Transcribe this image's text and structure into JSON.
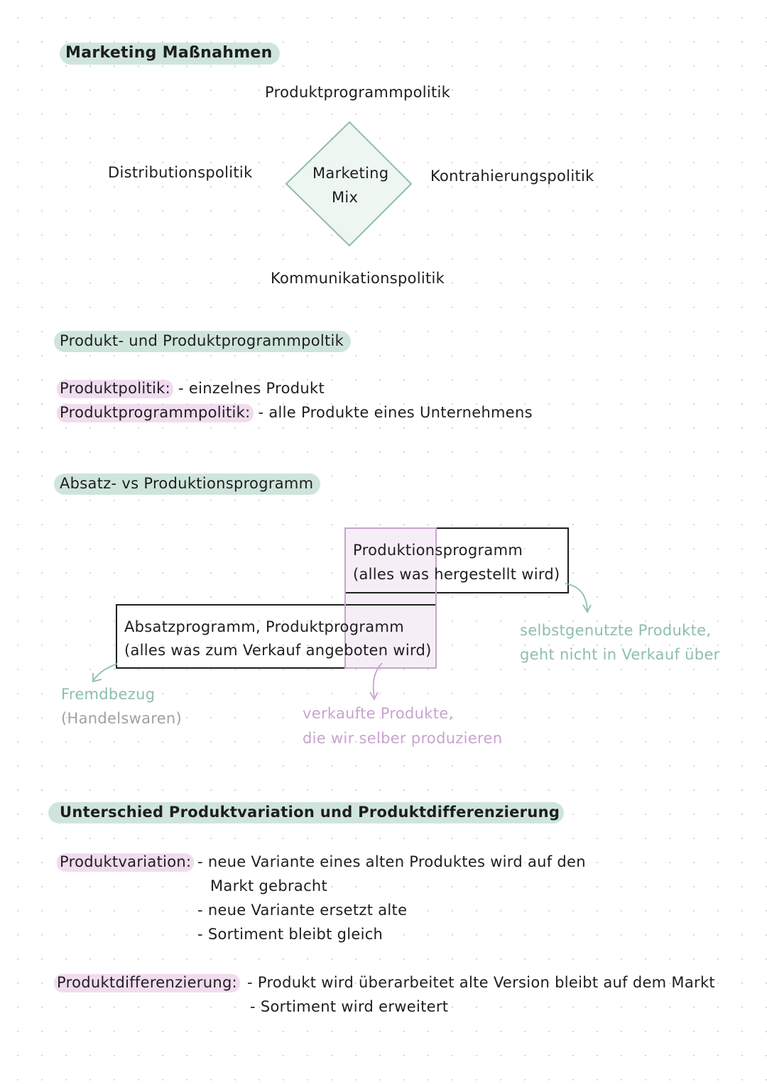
{
  "section1": {
    "title": "Marketing Maßnahmen",
    "top": "Produktprogrammpolitik",
    "left": "Distributionspolitik",
    "right": "Kontrahierungspolitik",
    "bottom": "Kommunikationspolitik",
    "center_line1": "Marketing",
    "center_line2": "Mix"
  },
  "section2": {
    "title": "Produkt- und Produktprogrammpoltik",
    "rows": [
      {
        "label": "Produktpolitik:",
        "text": "- einzelnes Produkt"
      },
      {
        "label": "Produktprogrammpolitik:",
        "text": "- alle Produkte eines Unternehmens"
      }
    ]
  },
  "section3": {
    "title": "Absatz- vs Produktionsprogramm",
    "prod_box": {
      "line1": "Produktionsprogramm",
      "line2": "(alles was hergestellt wird)"
    },
    "absatz_box": {
      "line1": "Absatzprogramm, Produktprogramm",
      "line2": "(alles was zum Verkauf angeboten wird)"
    },
    "note_right": {
      "line1": "selbstgenutzte Produkte,",
      "line2": "geht nicht in Verkauf über"
    },
    "note_left": {
      "line1": "Fremdbezug",
      "line2": "(Handelswaren)"
    },
    "note_middle": {
      "line1": "verkaufte Produkte,",
      "line2": "die wir selber produzieren"
    },
    "colors": {
      "green": "#8ebeaa",
      "pink": "#c9a3cf",
      "highlight_green": "#cfe5dc",
      "highlight_pink": "#f1dcef"
    }
  },
  "section4": {
    "title": "Unterschied Produktvariation und Produktdifferenzierung",
    "variation": {
      "label": "Produktvariation:",
      "lines": [
        "- neue Variante eines alten Produktes wird auf den",
        "Markt gebracht",
        "- neue Variante ersetzt alte",
        "- Sortiment bleibt gleich"
      ]
    },
    "differenzierung": {
      "label": "Produktdifferenzierung:",
      "lines": [
        "- Produkt wird überarbeitet alte Version bleibt auf dem Markt",
        "- Sortiment wird erweitert"
      ]
    }
  }
}
